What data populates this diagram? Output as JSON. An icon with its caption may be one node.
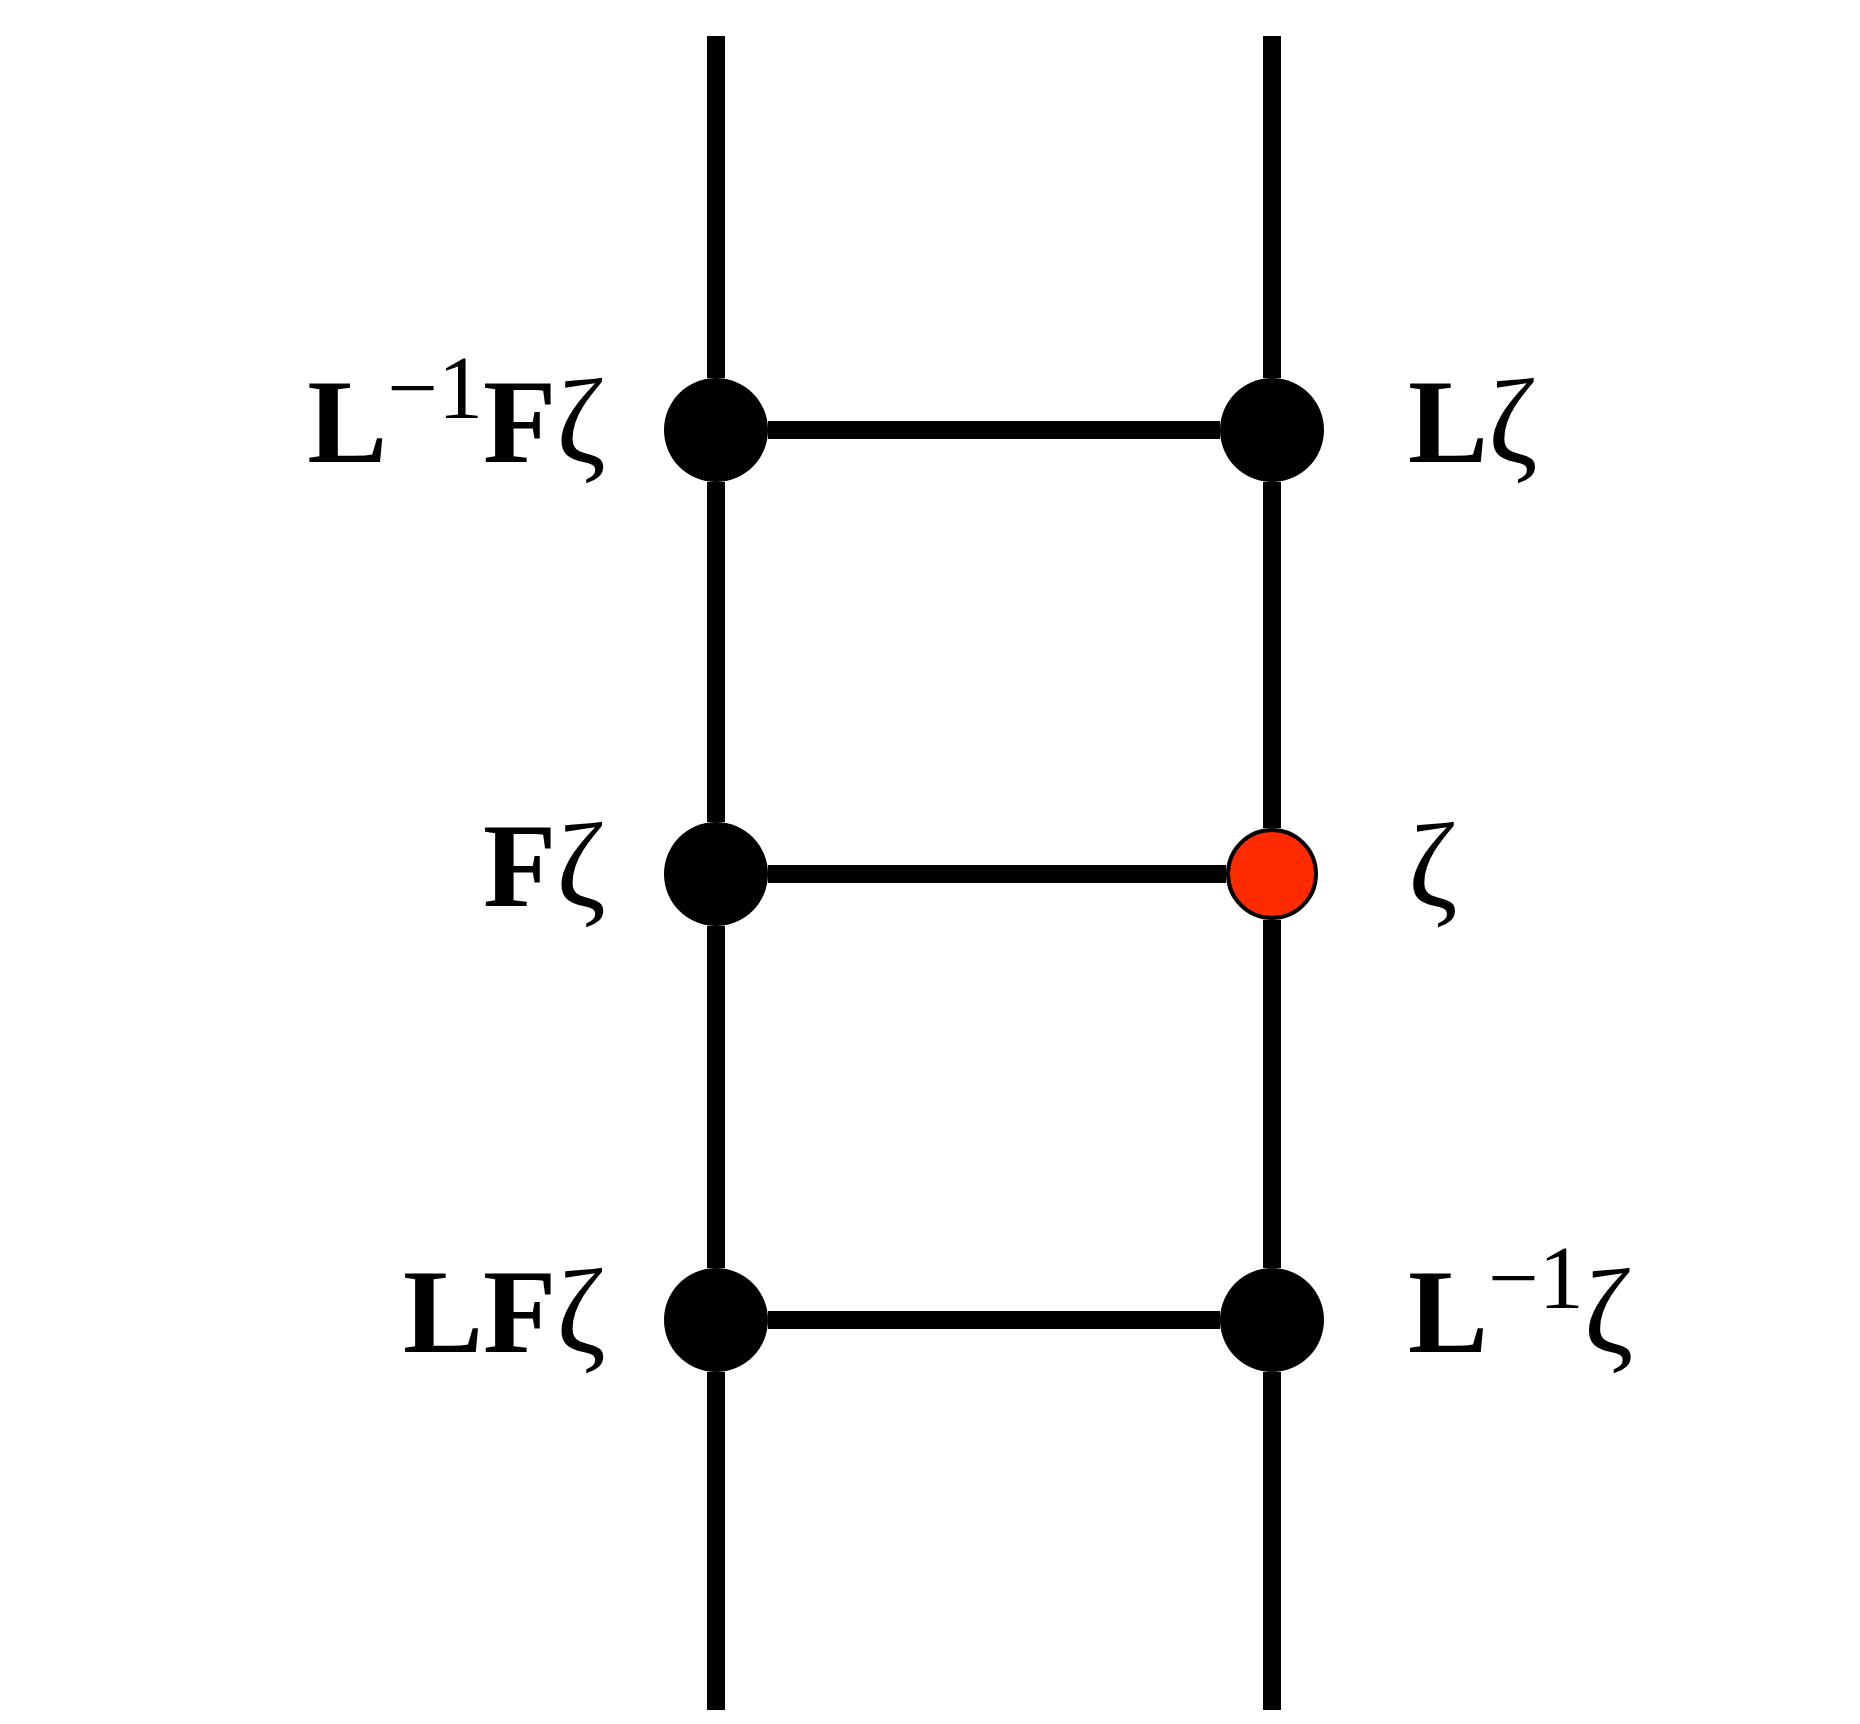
{
  "diagram": {
    "nodes": [
      {
        "text": [],
        "shape": "circle",
        "beside": [
          "**L**$^{−1}$**F**ζ"
        ]
      },
      {
        "text": [],
        "shape": "circle",
        "beside": [
          "**L**ζ"
        ]
      },
      {
        "text": [],
        "shape": "circle",
        "beside": [
          "**F**ζ"
        ]
      },
      {
        "text": [],
        "shape": "circle",
        "beside": [
          "ζ"
        ]
      },
      {
        "text": [],
        "shape": "circle",
        "beside": [
          "**LF**ζ"
        ]
      },
      {
        "text": [],
        "shape": "circle",
        "beside": [
          "**L**$^{−1}$ζ"
        ]
      }
    ],
    "edges": [
      {
        "from": null,
        "to": 0,
        "arrow": "none"
      },
      {
        "from": 0,
        "to": 2,
        "arrow": "none"
      },
      {
        "from": 2,
        "to": 4,
        "arrow": "none"
      },
      {
        "from": 4,
        "to": null,
        "arrow": "none"
      },
      {
        "from": null,
        "to": 1,
        "arrow": "none"
      },
      {
        "from": 1,
        "to": 3,
        "arrow": "none"
      },
      {
        "from": 3,
        "to": 5,
        "arrow": "none"
      },
      {
        "from": 5,
        "to": null,
        "arrow": "none"
      },
      {
        "from": 0,
        "to": 1,
        "arrow": "none"
      },
      {
        "from": 2,
        "to": 3,
        "arrow": "none"
      },
      {
        "from": 4,
        "to": 5,
        "arrow": "none"
      }
    ]
  }
}
